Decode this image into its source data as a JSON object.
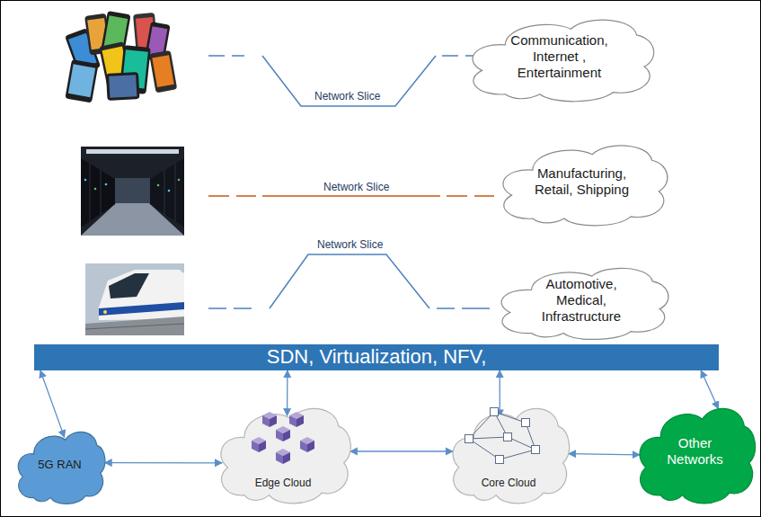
{
  "diagram": {
    "nodes": [
      {
        "text": [
          "Communication, Internet , Entertainment"
        ]
      },
      {
        "text": [
          "Manufacturing, Retail, Shipping"
        ]
      },
      {
        "text": [
          "Automotive, Medical, Infrastructure"
        ]
      },
      {
        "text": [
          "SDN, Virtualization, NFV,"
        ]
      },
      {
        "text": [
          "5G RAN"
        ]
      },
      {
        "text": [
          "Edge Cloud"
        ]
      },
      {
        "text": [
          "Core Cloud"
        ]
      },
      {
        "text": [
          "Other Networks"
        ]
      }
    ],
    "edges": [
      {
        "from": 3,
        "to": 4,
        "arrow": "both"
      },
      {
        "from": 3,
        "to": 5,
        "arrow": "both"
      },
      {
        "from": 3,
        "to": 6,
        "arrow": "both"
      },
      {
        "from": 3,
        "to": 7,
        "arrow": "both"
      },
      {
        "from": 4,
        "to": 5,
        "arrow": "both"
      },
      {
        "from": 5,
        "to": 6,
        "arrow": "both"
      },
      {
        "from": 6,
        "to": 7,
        "arrow": "both"
      }
    ],
    "labels": [
      "Network Slice",
      "Network Slice",
      "Network Slice"
    ]
  }
}
